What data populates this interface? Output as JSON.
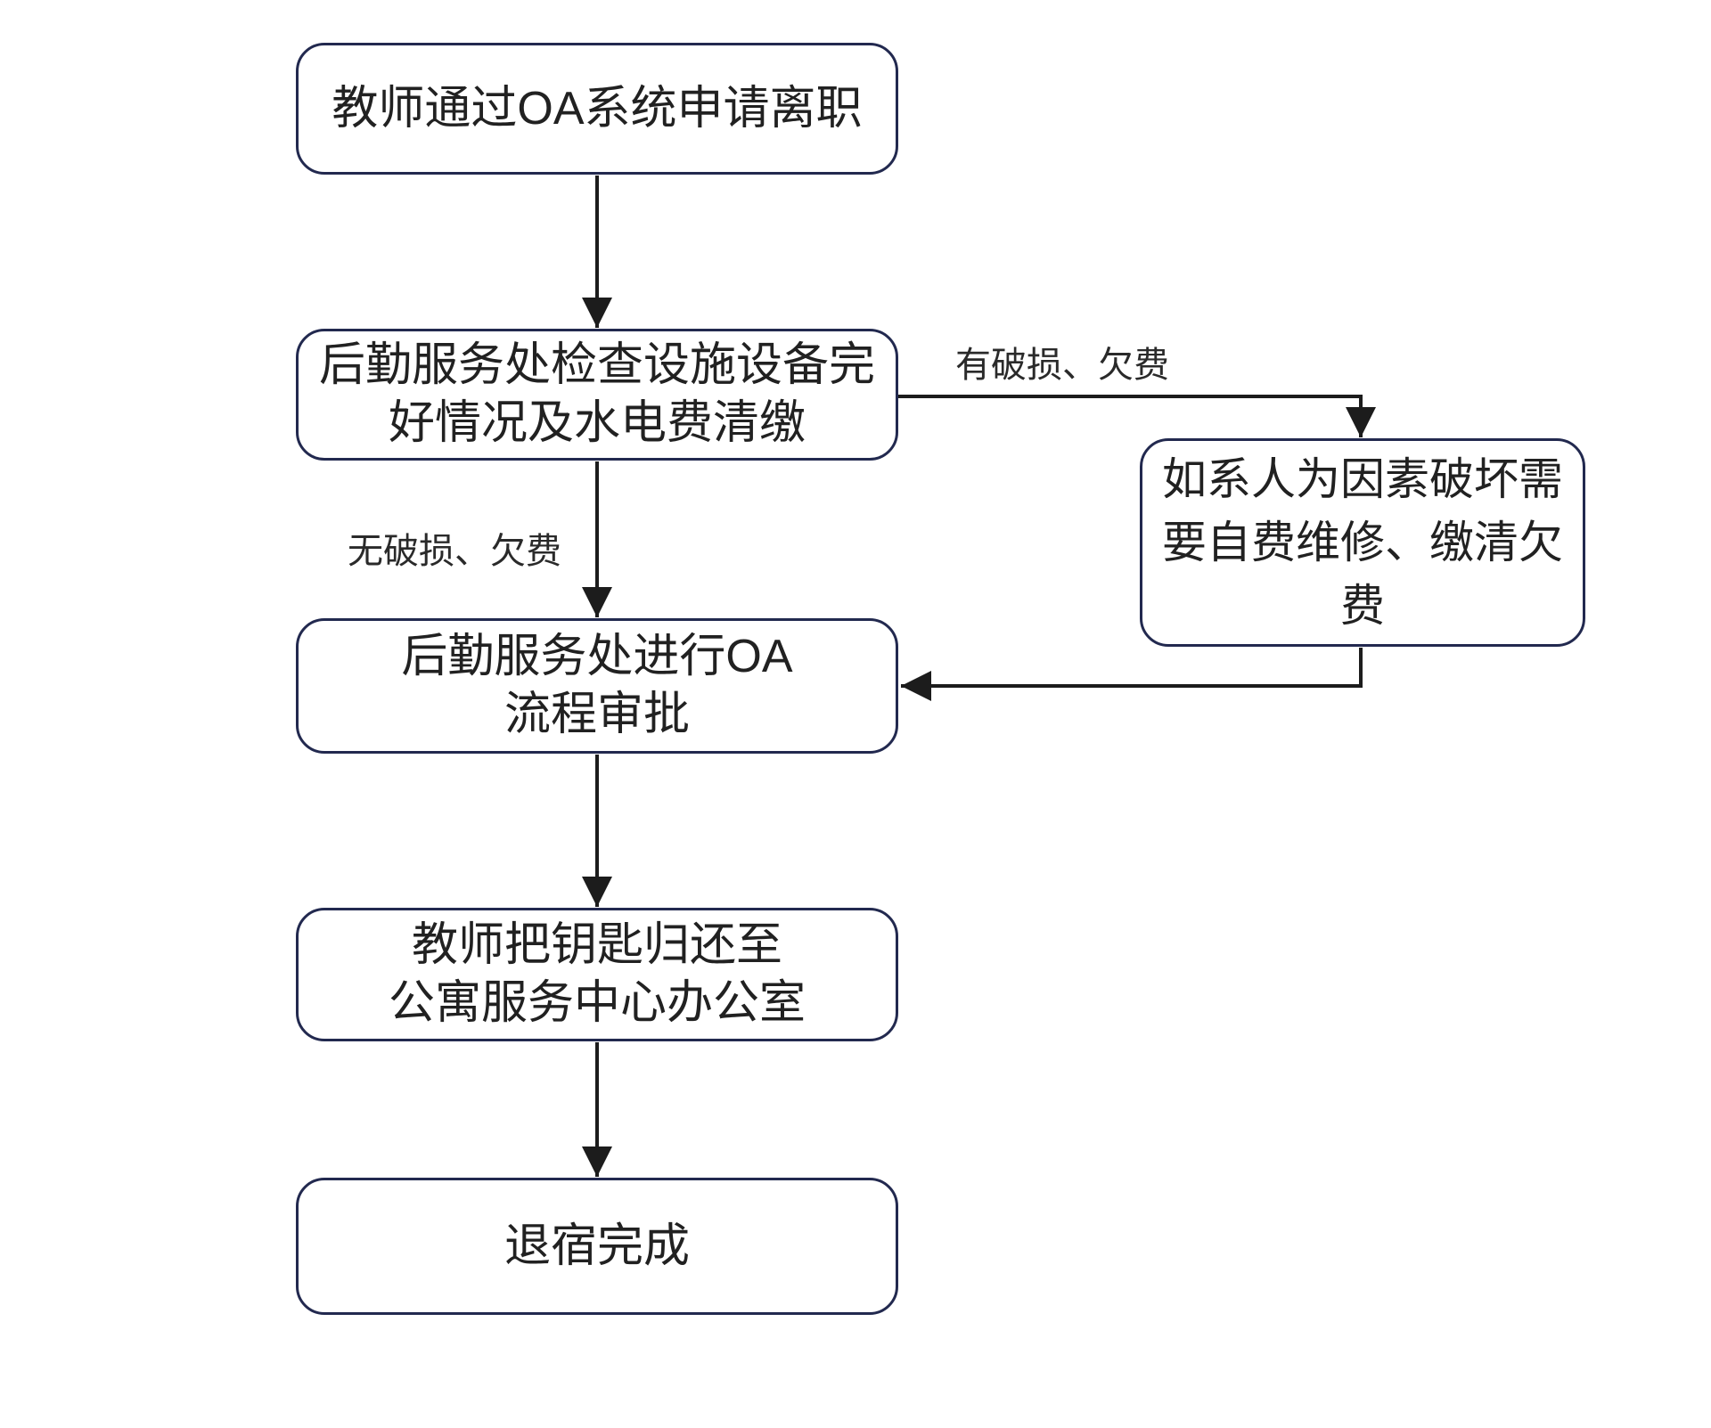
{
  "flow": {
    "nodes": {
      "apply": {
        "text": "教师通过OA系统申请离职"
      },
      "inspect": {
        "lines": [
          "后勤服务处检查设施设备完",
          "好情况及水电费清缴"
        ]
      },
      "repair": {
        "lines": [
          "如系人为因素破坏需",
          "要自费维修、缴清欠",
          "费"
        ]
      },
      "approve": {
        "lines": [
          "后勤服务处进行OA",
          "流程审批"
        ]
      },
      "return_keys": {
        "lines": [
          "教师把钥匙归还至",
          "公寓服务中心办公室"
        ]
      },
      "done": {
        "text": "退宿完成"
      }
    },
    "edge_labels": {
      "has_issue": "有破损、欠费",
      "no_issue": "无破损、欠费"
    }
  },
  "colors": {
    "background": "#ffffff",
    "box_border": "#22294f",
    "connector": "#1c1c1c",
    "text": "#212121"
  }
}
